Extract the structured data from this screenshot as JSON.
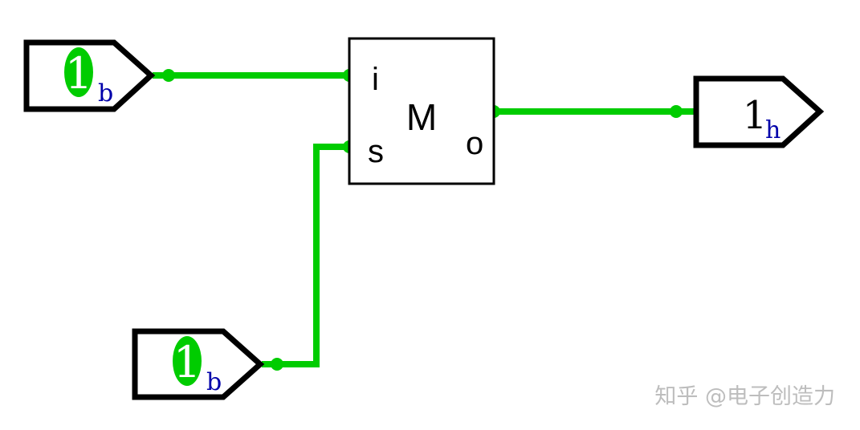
{
  "colors": {
    "wire": "#00cc00",
    "stroke": "#000000",
    "subscript": "#0000aa",
    "value_text": "#ffffff",
    "watermark": "#bdbdbd"
  },
  "module": {
    "name": "M",
    "ports": {
      "i": "i",
      "s": "s",
      "o": "o"
    }
  },
  "inputs": [
    {
      "value": "1",
      "radix": "b"
    },
    {
      "value": "1",
      "radix": "b"
    }
  ],
  "output": {
    "value": "1",
    "radix": "h"
  },
  "watermark": "知乎 @电子创造力"
}
